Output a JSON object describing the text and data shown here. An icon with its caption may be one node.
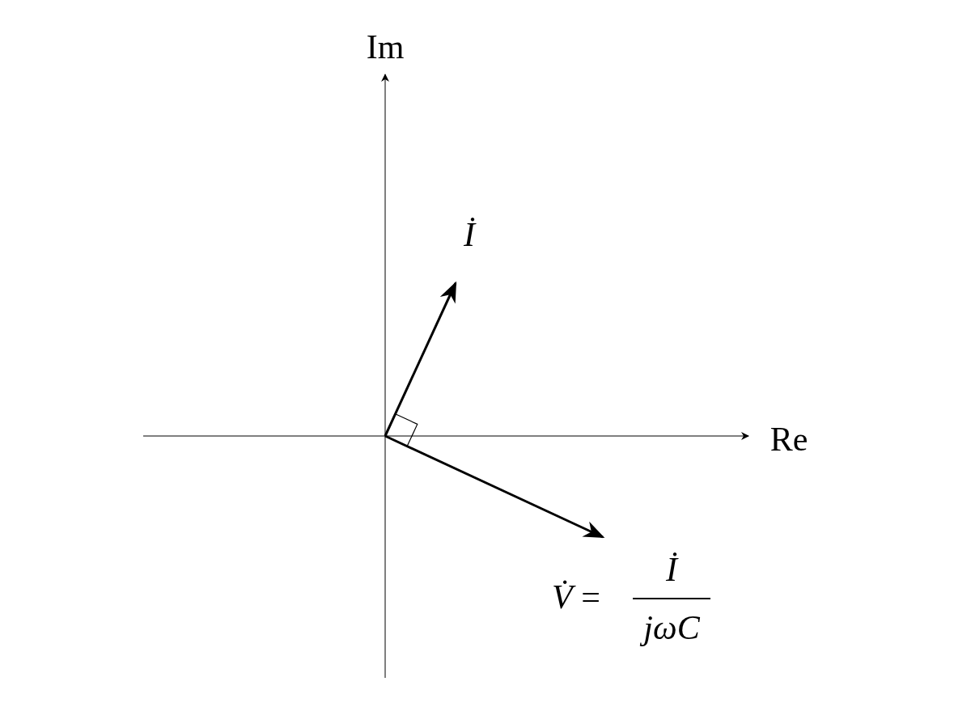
{
  "diagram": {
    "labels": [
      "Im",
      "*İ*",
      "Re",
      "*V̇* =",
      "*İ*",
      "jωC"
    ]
  }
}
